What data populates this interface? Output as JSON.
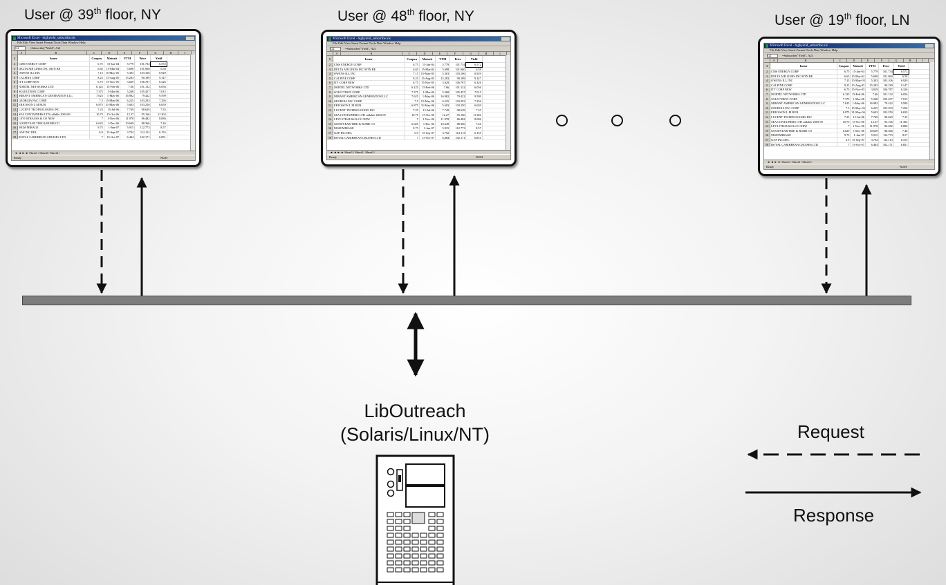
{
  "users": [
    {
      "label_prefix": "User @ 39",
      "label_sup": "th",
      "label_suffix": " floor, NY"
    },
    {
      "label_prefix": "User @ 48",
      "label_sup": "th",
      "label_suffix": " floor, NY"
    },
    {
      "label_prefix": "User @ 19",
      "label_sup": "th",
      "label_suffix": " floor, LN"
    }
  ],
  "spreadsheet": {
    "title": "Microsoft Excel - highyield_subscribe.xls",
    "menu": "File  Edit  View  Insert  Format  Tools  Data  Window  Help",
    "name_box": "G2",
    "formula": "=Subscribe(\"Yield\", A2)",
    "columns": [
      "",
      "A",
      "B",
      "C",
      "D",
      "E",
      "F",
      "G",
      "H",
      "I"
    ],
    "headers": [
      "Issuer",
      "Coupon",
      "Maturit",
      "YTM",
      "Price",
      "Yield"
    ],
    "rows": [
      [
        "CMS ENERGY CORP",
        "6.75",
        "15-Jan-04",
        "5.779",
        "101.734",
        "6.572"
      ],
      [
        "DELTA AIR LINES INC MTN BE",
        "6.65",
        "15-Mar-04",
        "5.698",
        "101.060",
        "6.58"
      ],
      [
        "OWENS ILL INC",
        "7.15",
        "15-May-05",
        "5.303",
        "103.106",
        "6.929"
      ],
      [
        "CALPINE CORP",
        "8.25",
        "15-Aug-05",
        "15.283",
        "90.189",
        "9.147"
      ],
      [
        "ITT CORP NEW",
        "6.75",
        "15-Nov-05",
        "3.029",
        "106.787",
        "6.326"
      ],
      [
        "NORTEL NETWORKS LTD",
        "6.125",
        "15-Feb-06",
        "7.66",
        "101.132",
        "6.056"
      ],
      [
        "SOLECTRON CORP",
        "7.375",
        "1-Mar-06",
        "5.268",
        "105.457",
        "7.015"
      ],
      [
        "MIRANT AMERICAN GENERATION LLC",
        "7.625",
        "1-May-06",
        "16.982",
        "79.422",
        "9.599"
      ],
      [
        "GEORGIA PAC CORP",
        "7.5",
        "15-May-06",
        "6.225",
        "103.293",
        "7.256"
      ],
      [
        "ERICSSON L M RUB",
        "6.875",
        "31-May-06",
        "5.603",
        "103.250",
        "6.659"
      ],
      [
        "LUCENT TECHNOLOGIES INC",
        "7.25",
        "15-Jul-06",
        "7.749",
        "98.629",
        "7.35"
      ],
      [
        "SEA CONTAINERS LTD callable 2003-09",
        "10.75",
        "15-Oct-06",
        "12.27",
        "95.166",
        "11.302"
      ],
      [
        "LEVI STRAUSS & CO NEW",
        "7",
        "1-Nov-06",
        "11.978",
        "86.482",
        "8.086"
      ],
      [
        "GOODYEAR TIRE & RUBB CO",
        "6.625",
        "1-Dec-06",
        "10.649",
        "88.366",
        "7.46"
      ],
      [
        "MGM MIRAGE",
        "9.75",
        "1-Jun-07",
        "5.915",
        "112.773",
        "8.57"
      ],
      [
        "GAP INC DEL",
        "6.9",
        "15-Sep-07",
        "3.792",
        "112.113",
        "6.155"
      ],
      [
        "ROYAL CARIBBEAN CRUISES LTD",
        "7",
        "15-Oct-07",
        "6.484",
        "102.171",
        "6.851"
      ]
    ],
    "sheet_tabs": "Sheet1 / Sheet2 / Sheet3 /",
    "status": "Ready",
    "num": "NUM"
  },
  "server": {
    "name": "LibOutreach",
    "platforms": "(Solaris/Linux/NT)"
  },
  "legend": {
    "request": "Request",
    "response": "Response"
  },
  "colors": {
    "bus": "#7d7d7d",
    "line": "#111111"
  }
}
